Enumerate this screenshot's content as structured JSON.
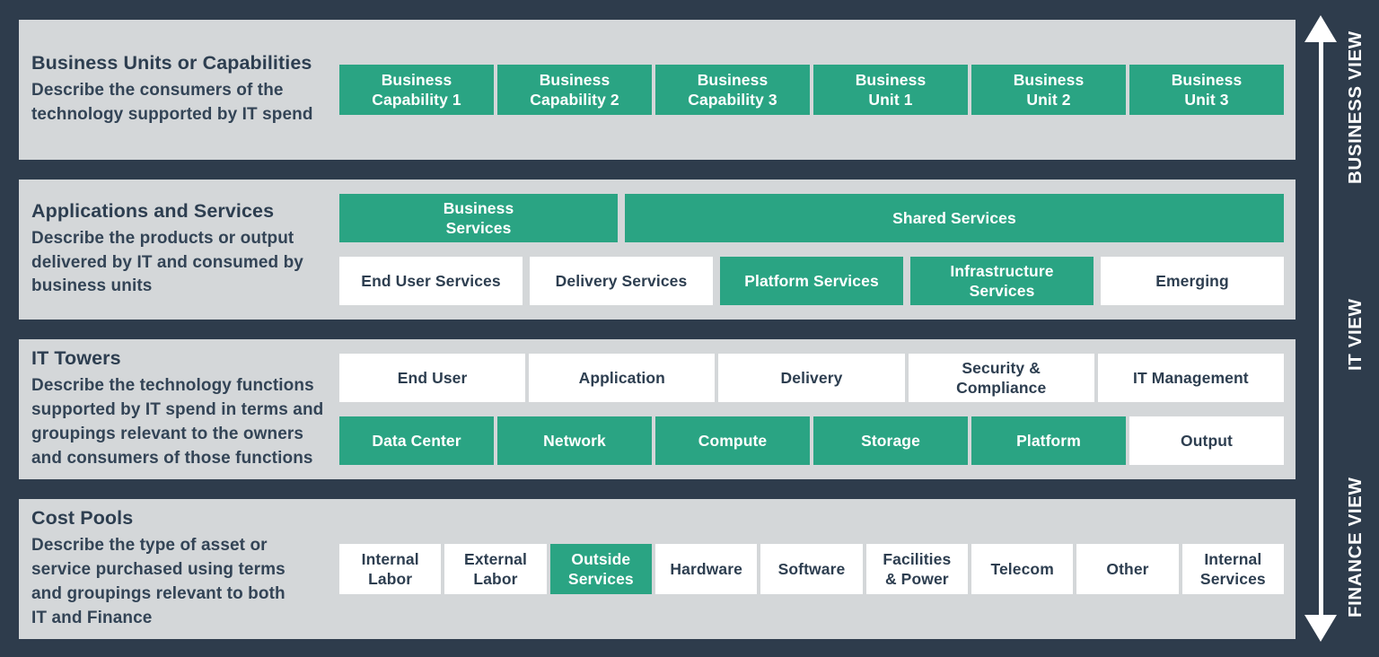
{
  "palette": {
    "background": "#2e3c4c",
    "band_background": "#d4d7d9",
    "accent_green": "#2aa483",
    "box_white": "#ffffff",
    "text_navy": "#2d3e50"
  },
  "bands": [
    {
      "title": "Business Units or Capabilities",
      "description": "Describe the consumers of the\ntechnology supported by IT spend",
      "rows": [
        {
          "cells": [
            {
              "label": "Business\nCapability 1",
              "variant": "green"
            },
            {
              "label": "Business\nCapability 2",
              "variant": "green"
            },
            {
              "label": "Business\nCapability 3",
              "variant": "green"
            },
            {
              "label": "Business\nUnit 1",
              "variant": "green"
            },
            {
              "label": "Business\nUnit 2",
              "variant": "green"
            },
            {
              "label": "Business\nUnit 3",
              "variant": "green"
            }
          ]
        }
      ]
    },
    {
      "title": "Applications and Services",
      "description": "Describe the products or output\ndelivered by IT and consumed by\nbusiness units",
      "rows": [
        {
          "cells": [
            {
              "label": "Business\nServices",
              "variant": "green",
              "span": 3
            },
            {
              "label": "Shared Services",
              "variant": "green",
              "span": 7
            }
          ]
        },
        {
          "cells": [
            {
              "label": "End User Services",
              "variant": "white"
            },
            {
              "label": "Delivery Services",
              "variant": "white"
            },
            {
              "label": "Platform Services",
              "variant": "green"
            },
            {
              "label": "Infrastructure\nServices",
              "variant": "green"
            },
            {
              "label": "Emerging",
              "variant": "white"
            }
          ]
        }
      ]
    },
    {
      "title": "IT Towers",
      "description": "Describe the technology functions\nsupported by IT spend in terms and\ngroupings relevant to the owners\nand consumers of those functions",
      "rows": [
        {
          "cells": [
            {
              "label": "End User",
              "variant": "white"
            },
            {
              "label": "Application",
              "variant": "white"
            },
            {
              "label": "Delivery",
              "variant": "white"
            },
            {
              "label": "Security &\nCompliance",
              "variant": "white"
            },
            {
              "label": "IT Management",
              "variant": "white"
            }
          ]
        },
        {
          "cells": [
            {
              "label": "Data Center",
              "variant": "green"
            },
            {
              "label": "Network",
              "variant": "green"
            },
            {
              "label": "Compute",
              "variant": "green"
            },
            {
              "label": "Storage",
              "variant": "green"
            },
            {
              "label": "Platform",
              "variant": "green"
            },
            {
              "label": "Output",
              "variant": "white"
            }
          ]
        }
      ]
    },
    {
      "title": "Cost Pools",
      "description": "Describe the type of asset or\nservice purchased using terms\nand groupings relevant to both\nIT and Finance",
      "rows": [
        {
          "cells": [
            {
              "label": "Internal\nLabor",
              "variant": "white"
            },
            {
              "label": "External\nLabor",
              "variant": "white"
            },
            {
              "label": "Outside\nServices",
              "variant": "green"
            },
            {
              "label": "Hardware",
              "variant": "white"
            },
            {
              "label": "Software",
              "variant": "white"
            },
            {
              "label": "Facilities\n& Power",
              "variant": "white"
            },
            {
              "label": "Telecom",
              "variant": "white"
            },
            {
              "label": "Other",
              "variant": "white"
            },
            {
              "label": "Internal\nServices",
              "variant": "white"
            }
          ]
        }
      ]
    }
  ],
  "axis": {
    "labels": [
      "BUSINESS VIEW",
      "IT VIEW",
      "FINANCE VIEW"
    ]
  }
}
